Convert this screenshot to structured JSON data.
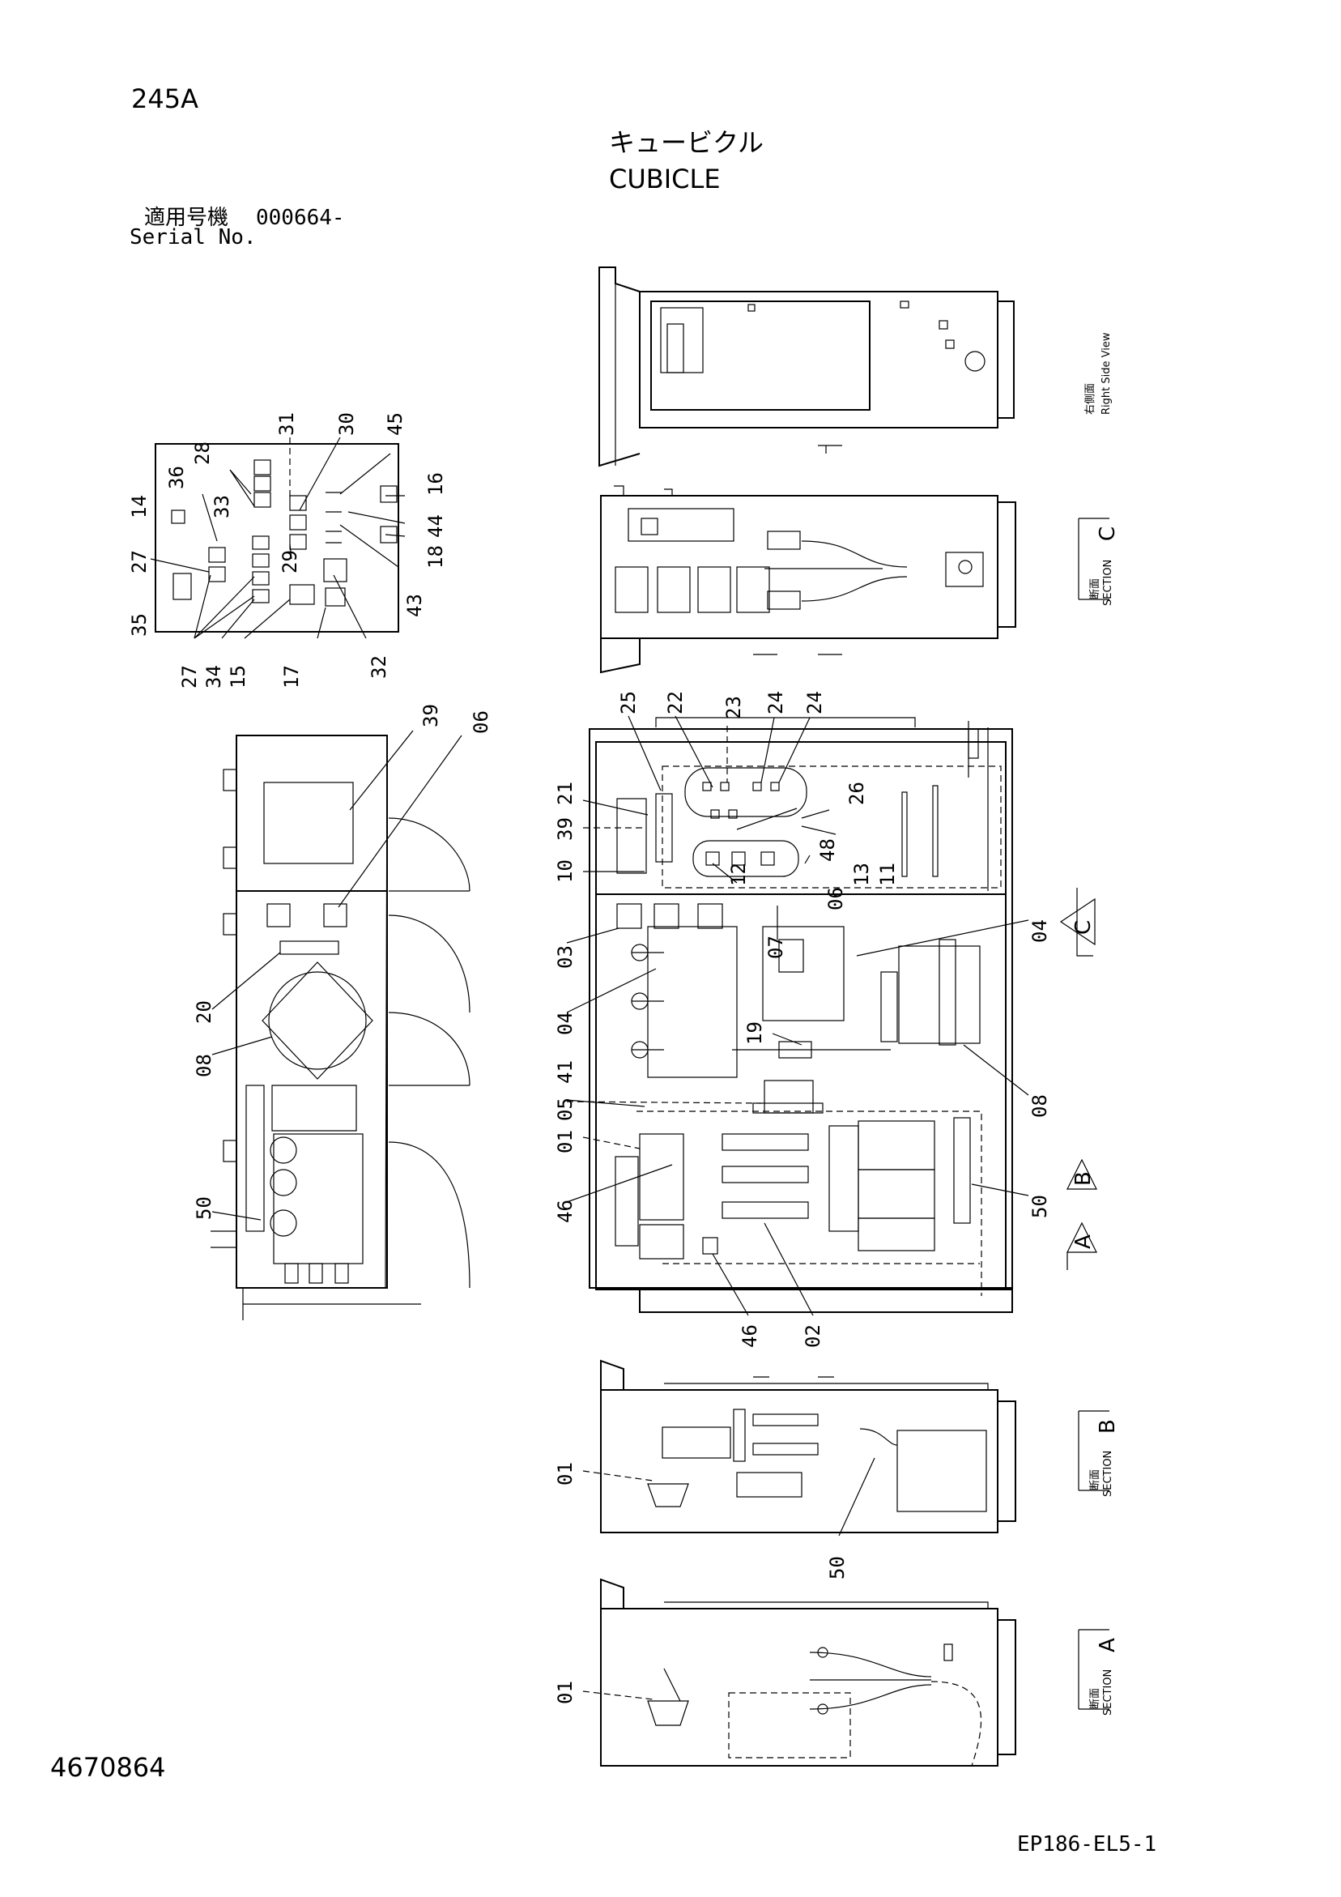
{
  "header": {
    "model": "245A",
    "title_jp": "キュービクル",
    "title_en": "CUBICLE",
    "serial_label_jp": "適用号機",
    "serial_value": "000664-",
    "serial_label_en": "Serial No."
  },
  "views": {
    "right_side_jp": "右側面",
    "right_side_en": "Right Side View",
    "section_jp": "断面",
    "section_en": "SECTION",
    "section_c": "C",
    "section_b": "B",
    "section_a": "A"
  },
  "markers": {
    "c": "C",
    "b": "B",
    "a": "A"
  },
  "callouts": {
    "p31": "31",
    "p30": "30",
    "p45": "45",
    "p28": "28",
    "p36": "36",
    "p14": "14",
    "p33": "33",
    "p16": "16",
    "p44": "44",
    "p18": "18",
    "p29": "29",
    "p27a": "27",
    "p43": "43",
    "p35": "35",
    "p27b": "27",
    "p34": "34",
    "p15": "15",
    "p17": "17",
    "p32": "32",
    "p39a": "39",
    "p06a": "06",
    "p20": "20",
    "p08a": "08",
    "p50a": "50",
    "p25": "25",
    "p22": "22",
    "p23": "23",
    "p24a": "24",
    "p24b": "24",
    "p21": "21",
    "p39b": "39",
    "p26": "26",
    "p48": "48",
    "p10": "10",
    "p13": "13",
    "p11": "11",
    "p12": "12",
    "p06b": "06",
    "p07": "07",
    "p03": "03",
    "p04a": "04",
    "p04b": "04",
    "p19": "19",
    "p41": "41",
    "p05": "05",
    "p08b": "08",
    "p01a": "01",
    "p46a": "46",
    "p50b": "50",
    "p46b": "46",
    "p02": "02",
    "p01b": "01",
    "p50c": "50",
    "p01c": "01"
  },
  "footer": {
    "doc_number": "4670864",
    "page_code": "EP186-EL5-1"
  }
}
